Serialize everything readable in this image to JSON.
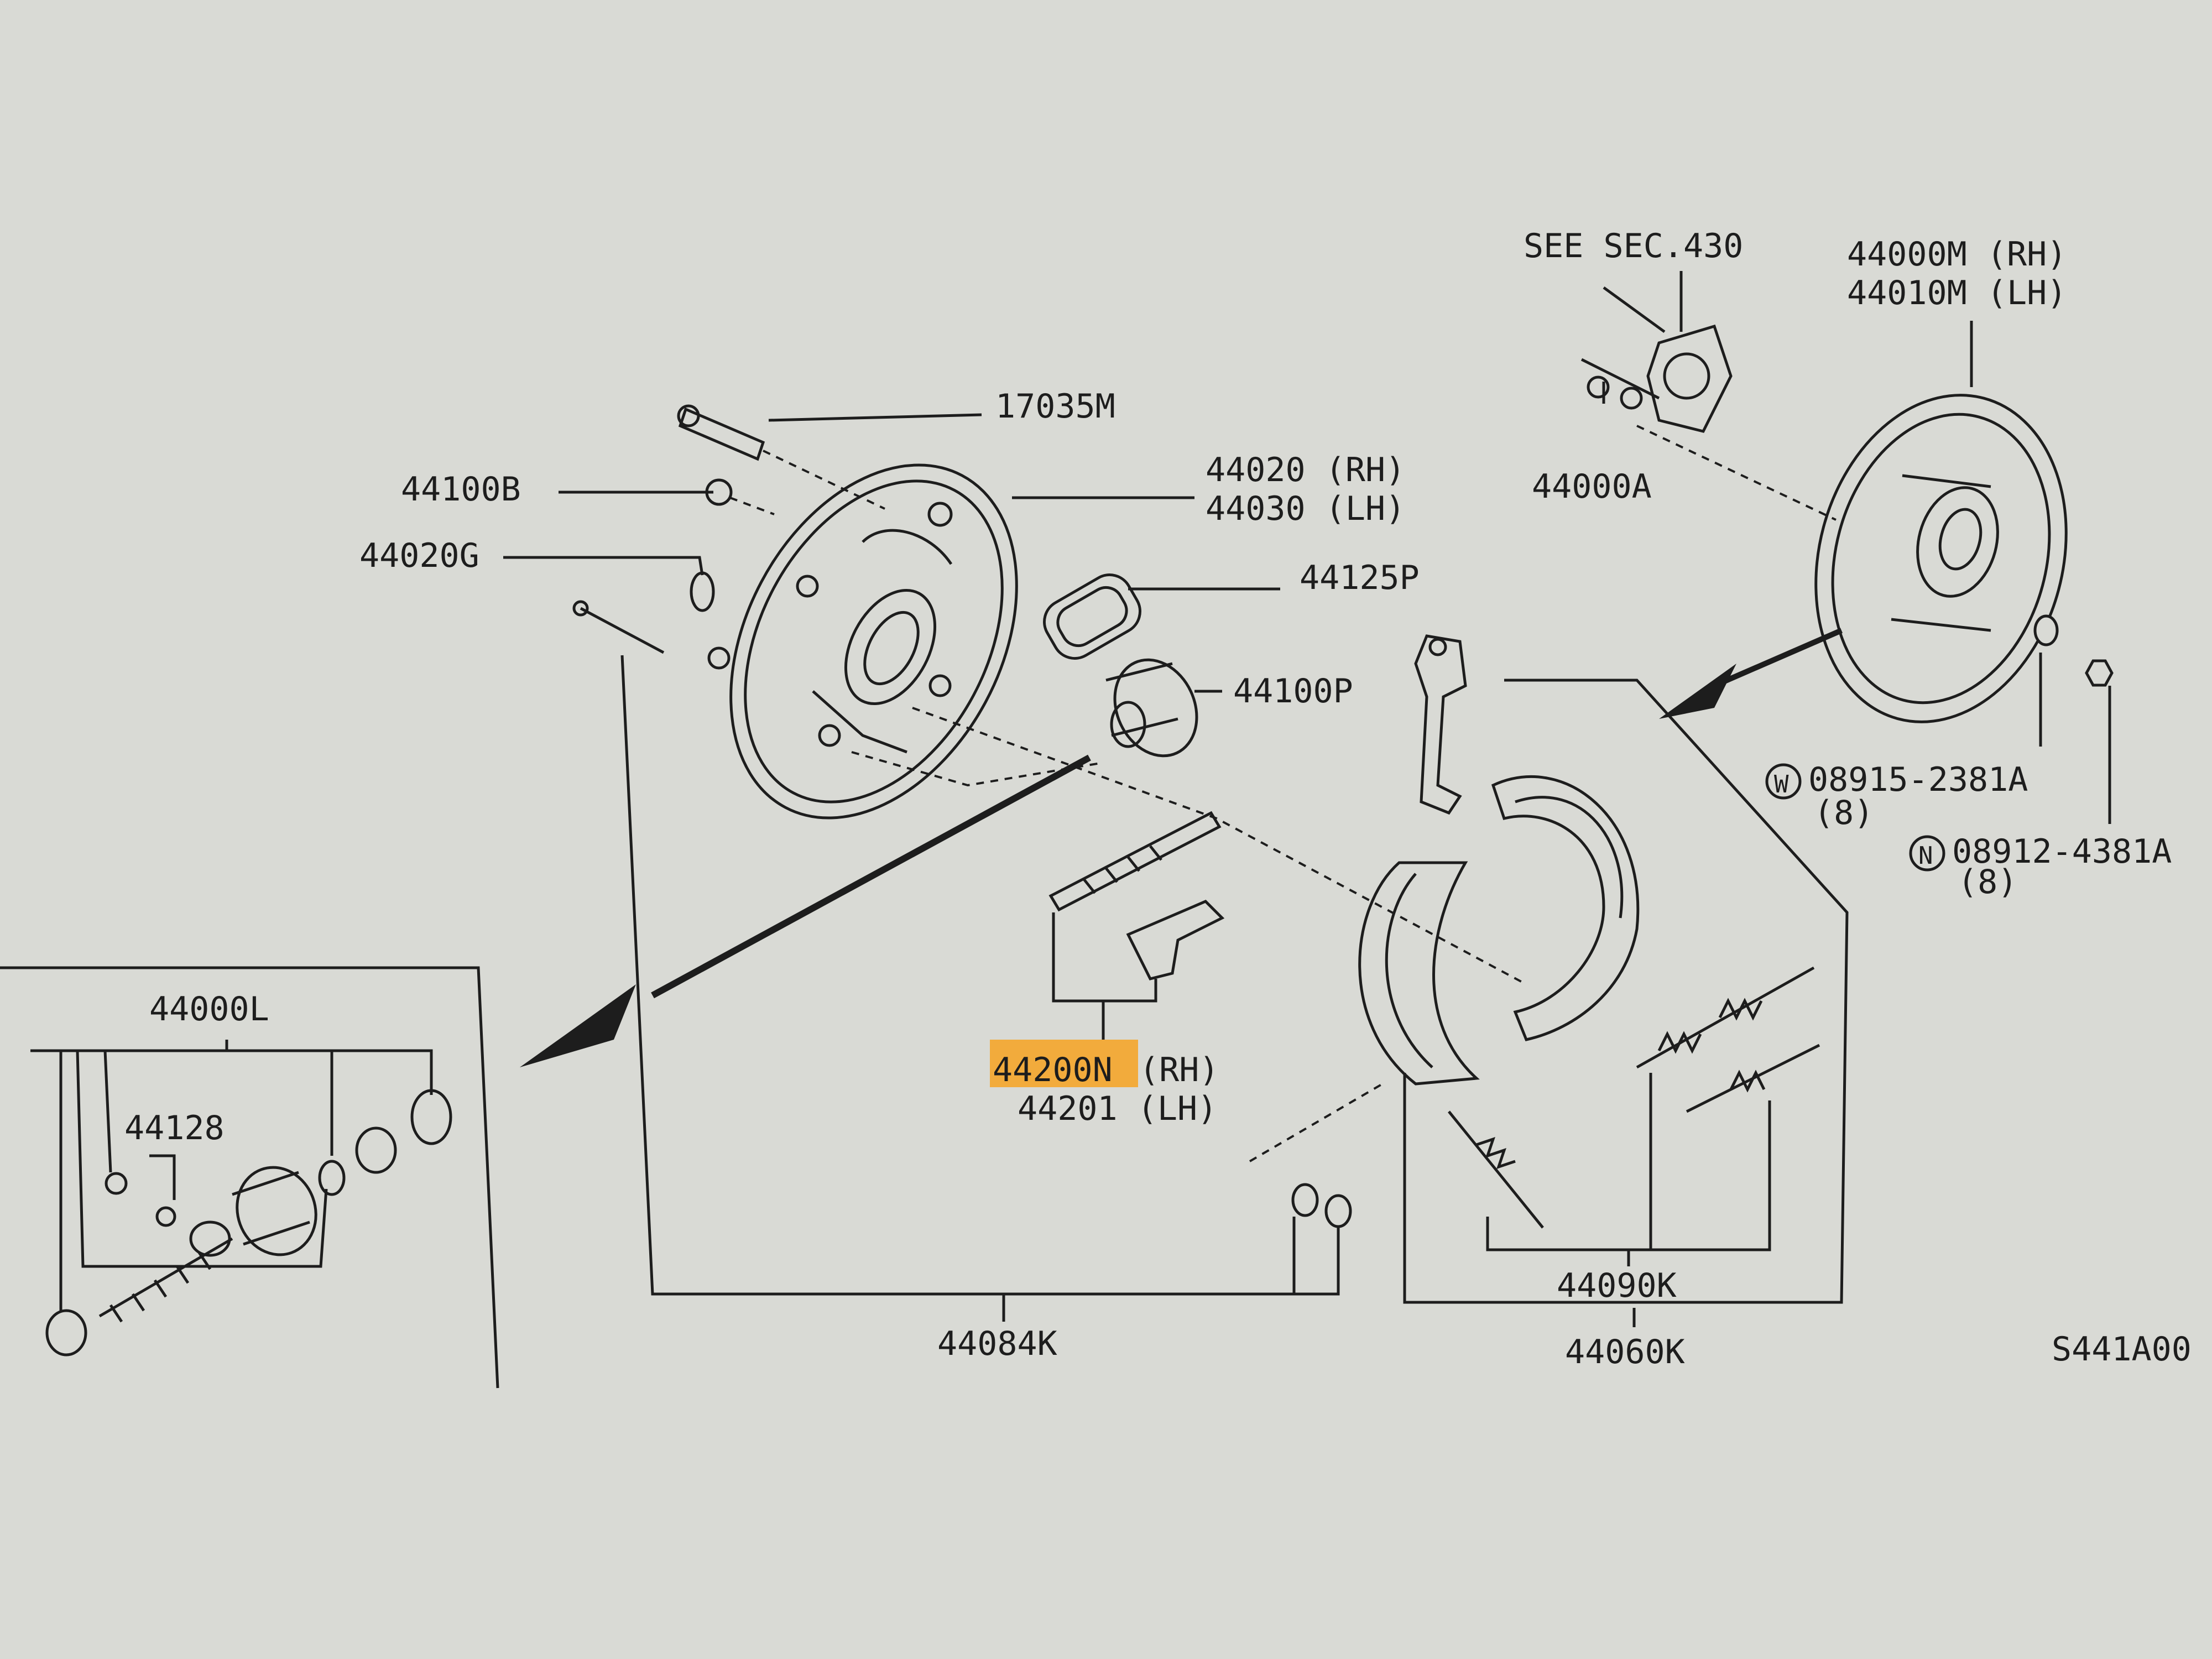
{
  "labels": {
    "p17035m": "17035M",
    "p44100b": "44100B",
    "p44020g": "44020G",
    "p44020": "44020 (RH)",
    "p44030": "44030 (LH)",
    "p44125p": "44125P",
    "p44100p": "44100P",
    "see_sec": "SEE SEC.430",
    "p44000m": "44000M (RH)",
    "p44010m": "44010M (LH)",
    "p44000a": "44000A",
    "p08915_code": "08915-2381A",
    "p08915_qty": "(8)",
    "p08912_code": "08912-4381A",
    "p08912_qty": "(8)",
    "marker_w": "W",
    "marker_n": "N",
    "p44000l": "44000L",
    "p44128": "44128",
    "p44200n_code": "44200N",
    "p44200n_side": "(RH)",
    "p44201": "44201 (LH)",
    "p44084k": "44084K",
    "p44090k": "44090K",
    "p44060k": "44060K",
    "diagram_id": "S441A00"
  },
  "colors": {
    "paper": "#d9dad5",
    "ink": "#1d1d1d",
    "highlight": "#f2ab3c"
  }
}
